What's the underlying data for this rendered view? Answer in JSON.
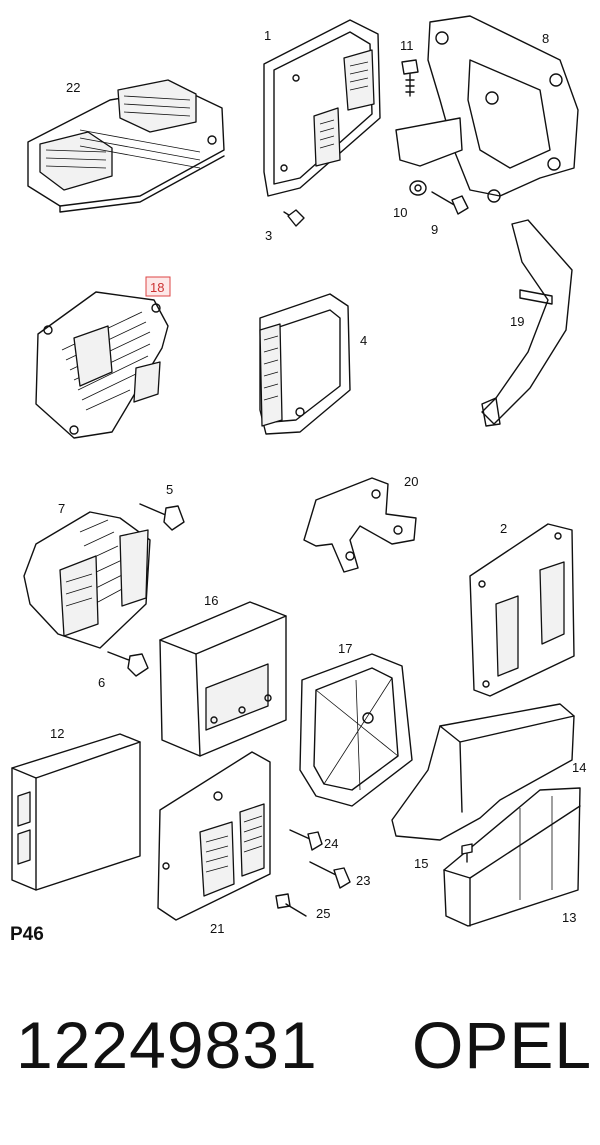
{
  "diagram": {
    "sheet_code": "P46",
    "part_number": "12249831",
    "brand": "OPEL",
    "highlighted_callout": "18",
    "callouts": {
      "c1": "1",
      "c2": "2",
      "c3": "3",
      "c4": "4",
      "c5": "5",
      "c6": "6",
      "c7": "7",
      "c8": "8",
      "c9": "9",
      "c10": "10",
      "c11": "11",
      "c12": "12",
      "c13": "13",
      "c14": "14",
      "c15": "15",
      "c16": "16",
      "c17": "17",
      "c18": "18",
      "c19": "19",
      "c20": "20",
      "c21": "21",
      "c22": "22",
      "c23": "23",
      "c24": "24",
      "c25": "25"
    },
    "colors": {
      "line": "#111111",
      "highlight": "#d44444",
      "highlight_fill": "#fde8e8"
    }
  }
}
